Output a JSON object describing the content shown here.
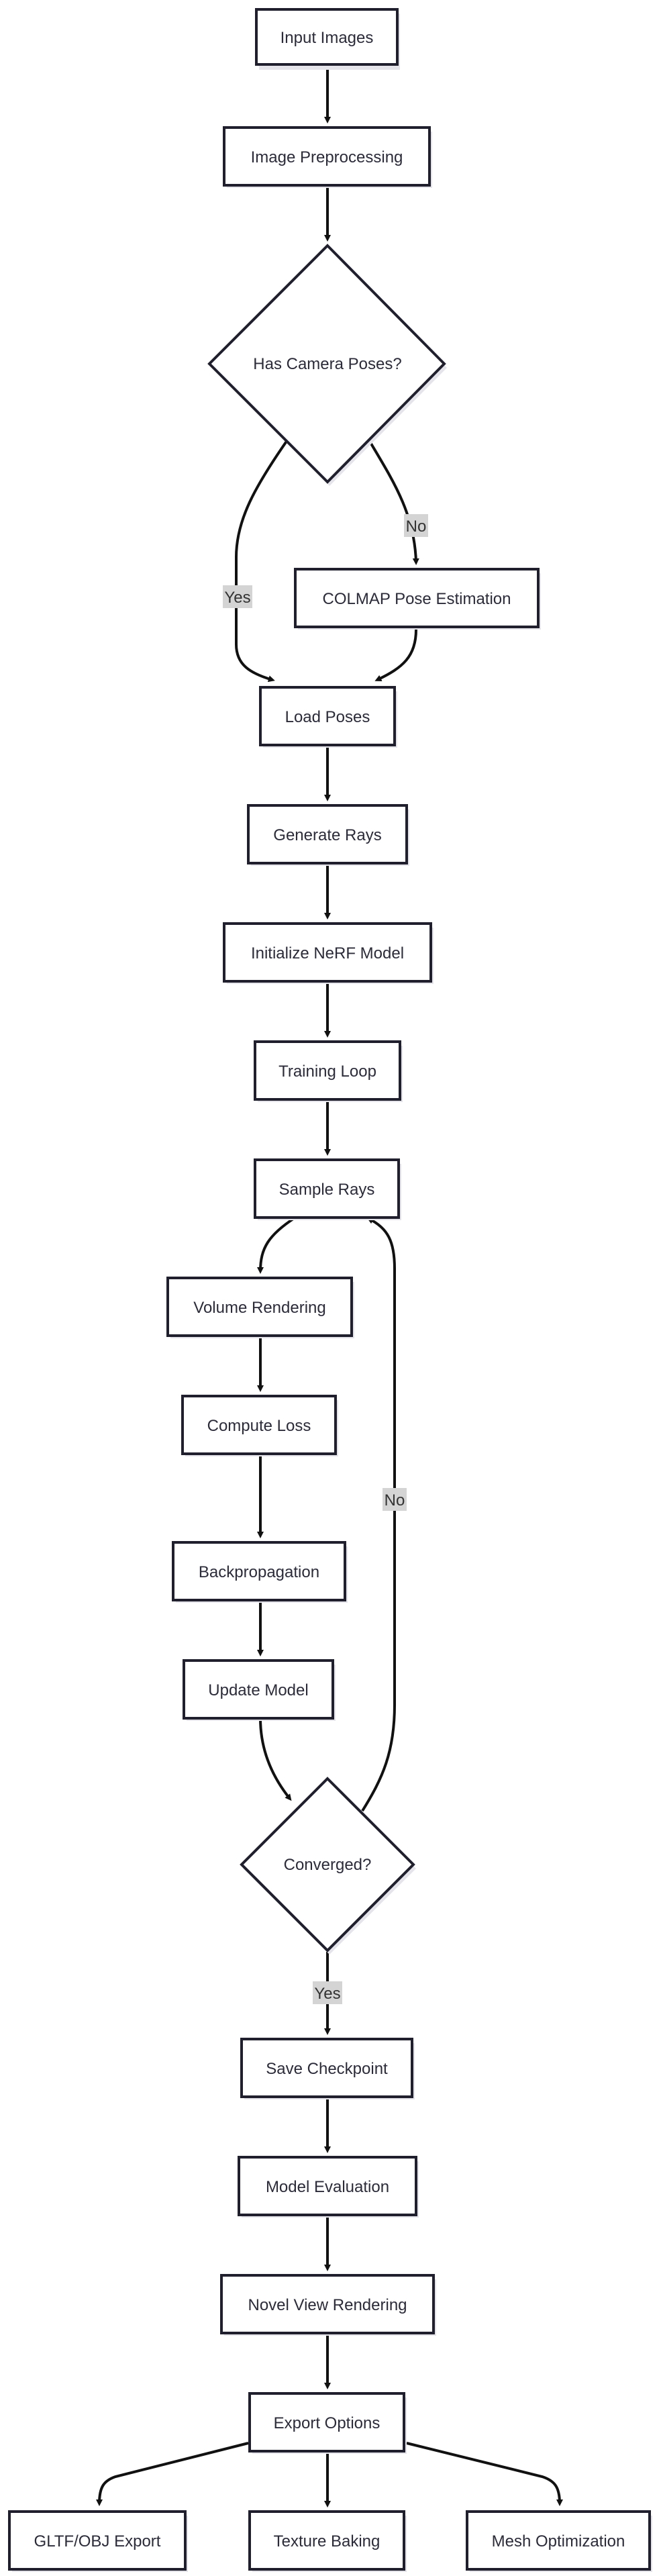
{
  "nodes": {
    "input_images": "Input Images",
    "image_preprocessing": "Image Preprocessing",
    "has_camera_poses": "Has Camera Poses?",
    "colmap_pose_estimation": "COLMAP Pose Estimation",
    "load_poses": "Load Poses",
    "generate_rays": "Generate Rays",
    "initialize_nerf_model": "Initialize NeRF Model",
    "training_loop": "Training Loop",
    "sample_rays": "Sample Rays",
    "volume_rendering": "Volume Rendering",
    "compute_loss": "Compute Loss",
    "backpropagation": "Backpropagation",
    "update_model": "Update Model",
    "converged": "Converged?",
    "save_checkpoint": "Save Checkpoint",
    "model_evaluation": "Model Evaluation",
    "novel_view_rendering": "Novel View Rendering",
    "export_options": "Export Options",
    "gltf_obj_export": "GLTF/OBJ Export",
    "texture_baking": "Texture Baking",
    "mesh_optimization": "Mesh Optimization"
  },
  "edge_labels": {
    "poses_yes": "Yes",
    "poses_no": "No",
    "converged_no": "No",
    "converged_yes": "Yes"
  },
  "colors": {
    "node_border": "#1f1f2e",
    "node_fill": "#ffffff",
    "edge": "#111111",
    "label_bg": "#d4d4d4"
  }
}
